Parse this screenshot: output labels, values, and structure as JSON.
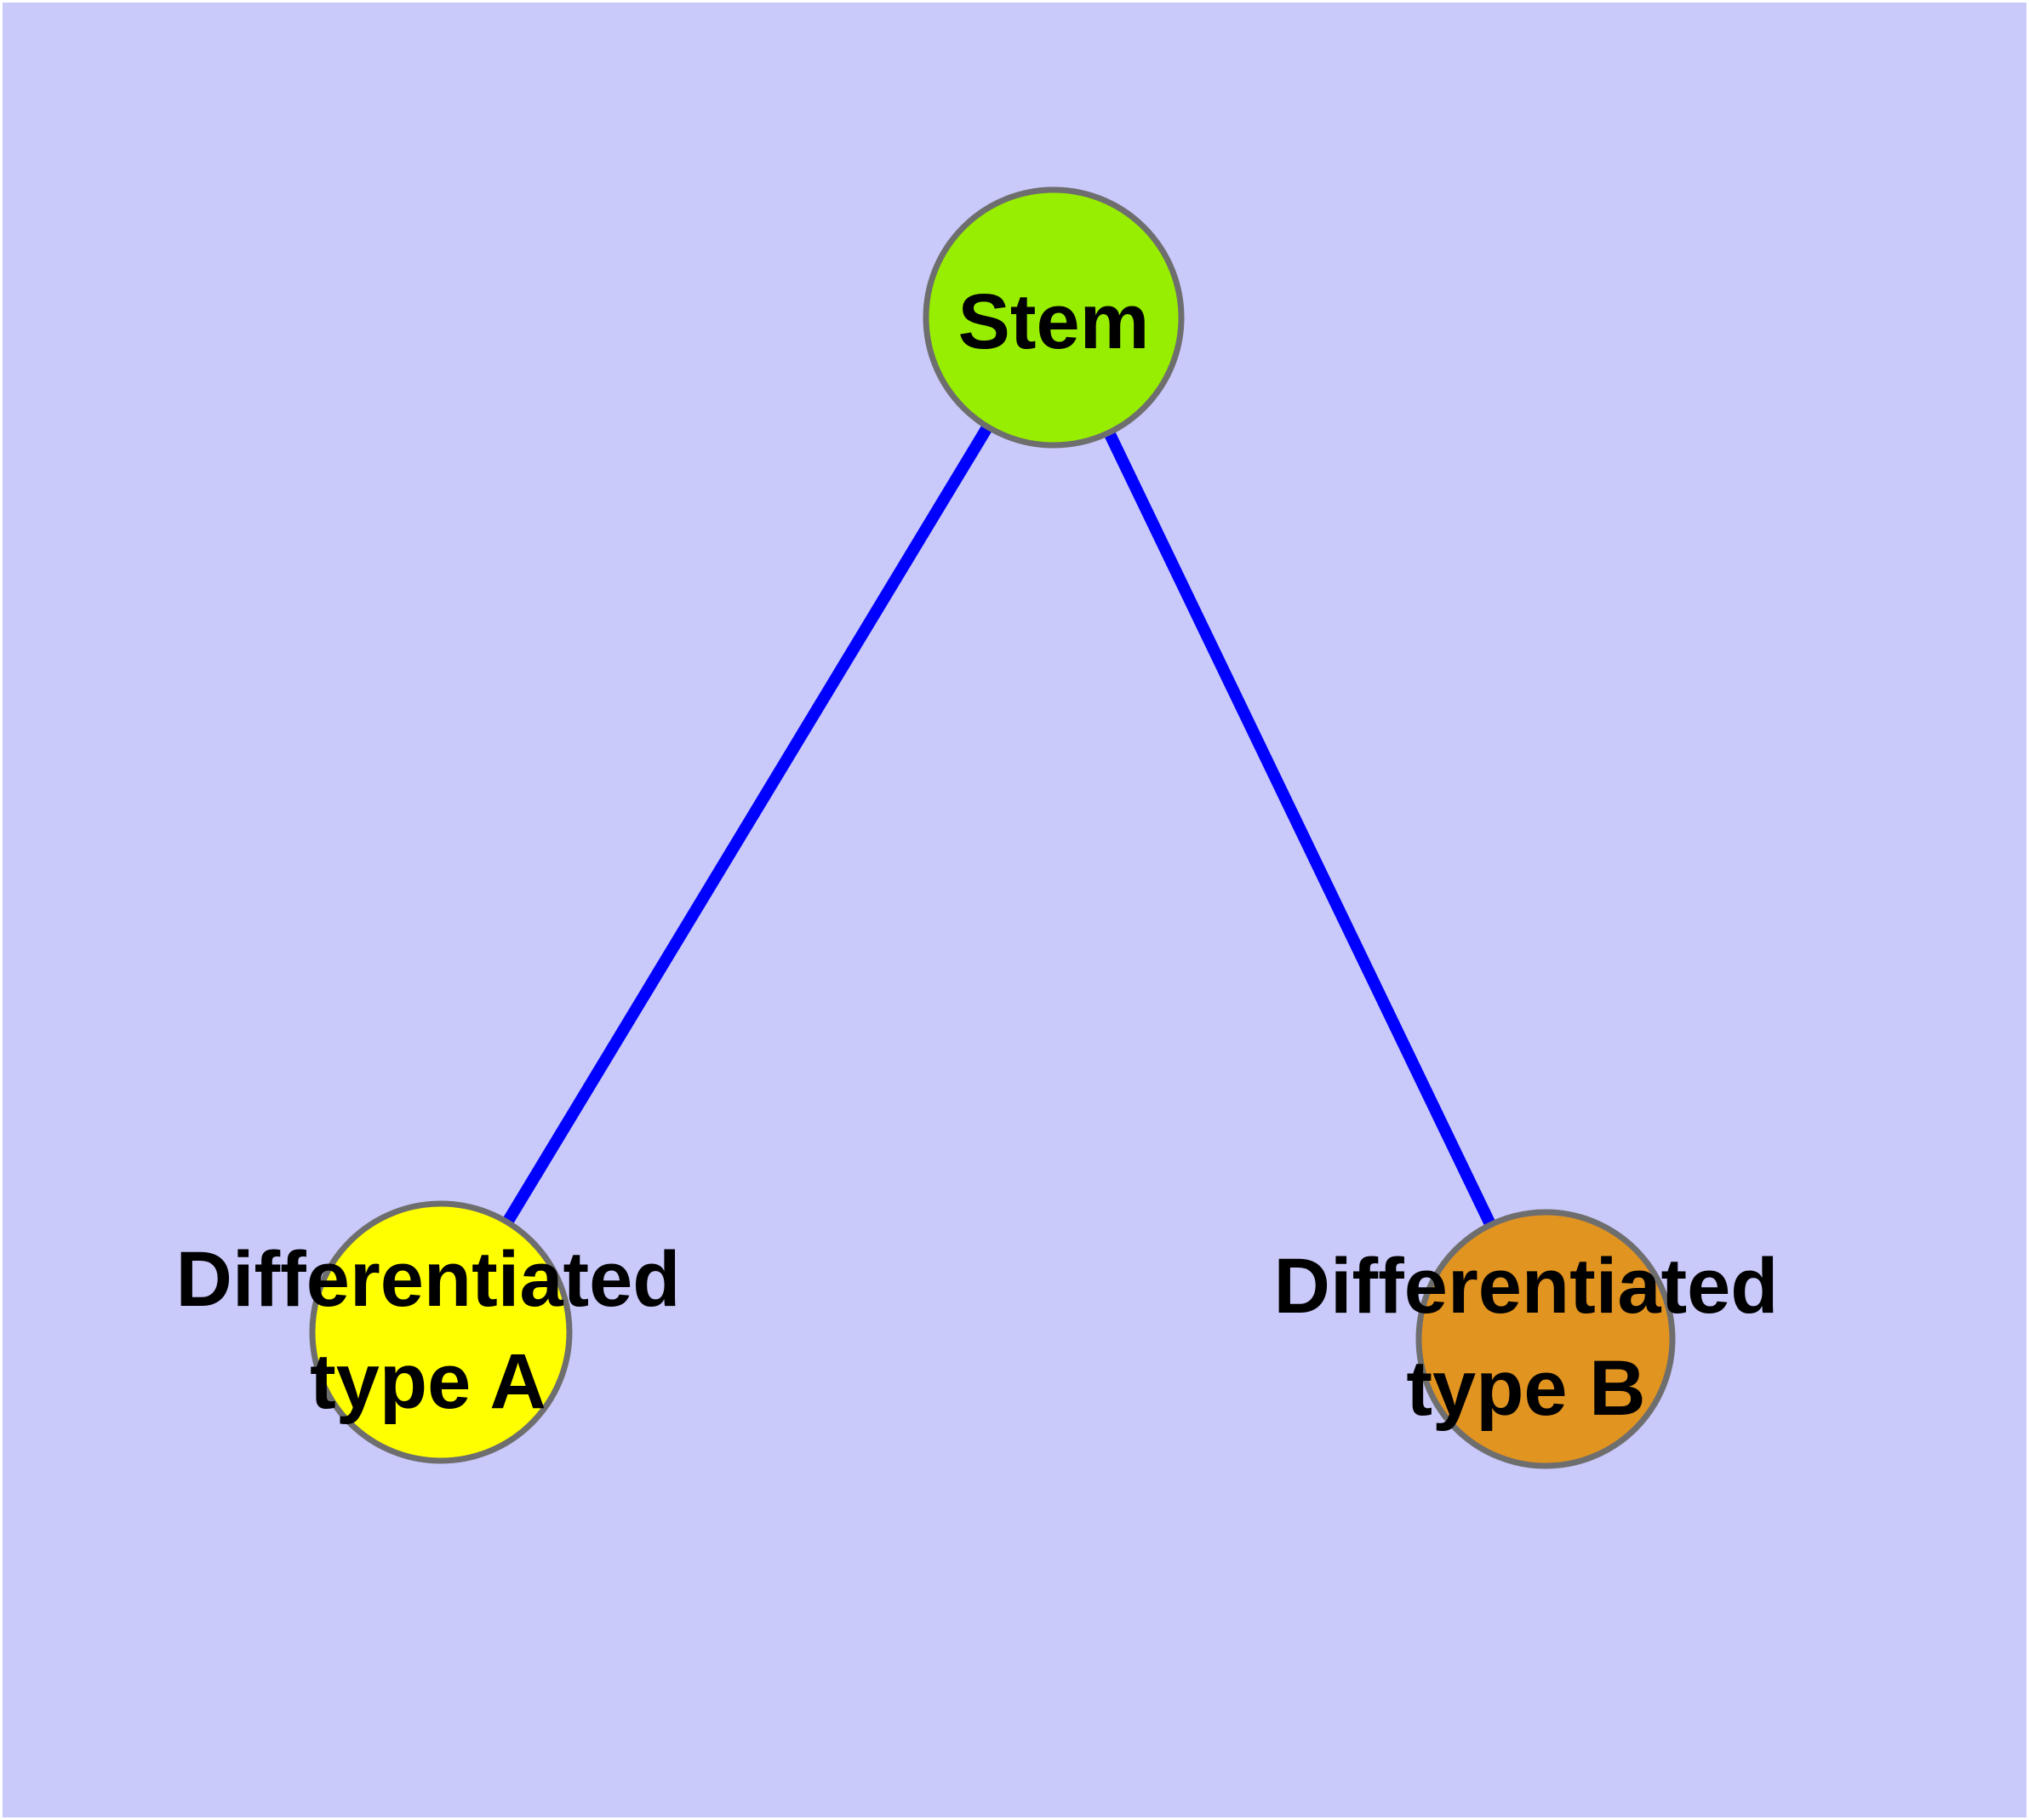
{
  "diagram": {
    "type": "graph",
    "title": "",
    "background_color": "#C9C9FA",
    "node_border_color": "#6E6E6E",
    "edge_color": "#0000FF",
    "label_color": "#000000",
    "nodes": [
      {
        "id": "stem",
        "label": "Stem",
        "fill_color": "#97EE00"
      },
      {
        "id": "diff_a",
        "label_line1": "Differentiated",
        "label_line2": "type A",
        "fill_color": "#FFFF00"
      },
      {
        "id": "diff_b",
        "label_line1": "Differentiated",
        "label_line2": "type B",
        "fill_color": "#E29420"
      }
    ],
    "edges": [
      {
        "from": "Stem",
        "to": "Differentiated type A"
      },
      {
        "from": "Stem",
        "to": "Differentiated type B"
      }
    ]
  }
}
